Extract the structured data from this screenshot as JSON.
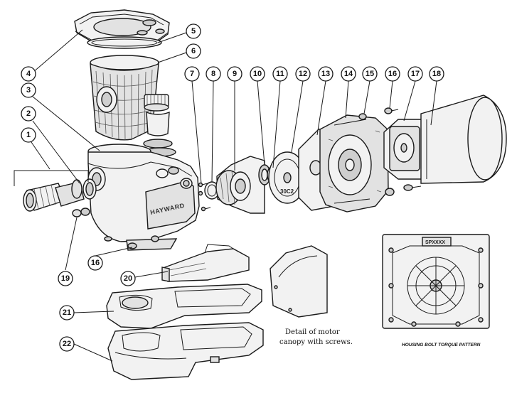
{
  "diagram": {
    "brand_mark": "HAYWARD",
    "impeller_marking": "30C2",
    "plate_marking": "SPXXXX",
    "motor_canopy_caption_line1": "Detail of motor",
    "motor_canopy_caption_line2": "canopy with screws.",
    "torque_pattern_caption": "HOUSING BOLT TORQUE PATTERN",
    "callouts": [
      {
        "id": "1",
        "label": "1"
      },
      {
        "id": "2",
        "label": "2"
      },
      {
        "id": "3",
        "label": "3"
      },
      {
        "id": "4",
        "label": "4"
      },
      {
        "id": "5",
        "label": "5"
      },
      {
        "id": "6",
        "label": "6"
      },
      {
        "id": "7",
        "label": "7"
      },
      {
        "id": "8",
        "label": "8"
      },
      {
        "id": "9",
        "label": "9"
      },
      {
        "id": "10",
        "label": "10"
      },
      {
        "id": "11",
        "label": "11"
      },
      {
        "id": "12",
        "label": "12"
      },
      {
        "id": "13",
        "label": "13"
      },
      {
        "id": "14",
        "label": "14"
      },
      {
        "id": "15",
        "label": "15"
      },
      {
        "id": "16a",
        "label": "16"
      },
      {
        "id": "17",
        "label": "17"
      },
      {
        "id": "18",
        "label": "18"
      },
      {
        "id": "19",
        "label": "19"
      },
      {
        "id": "16b",
        "label": "16"
      },
      {
        "id": "20",
        "label": "20"
      },
      {
        "id": "21",
        "label": "21"
      },
      {
        "id": "22",
        "label": "22"
      }
    ]
  }
}
